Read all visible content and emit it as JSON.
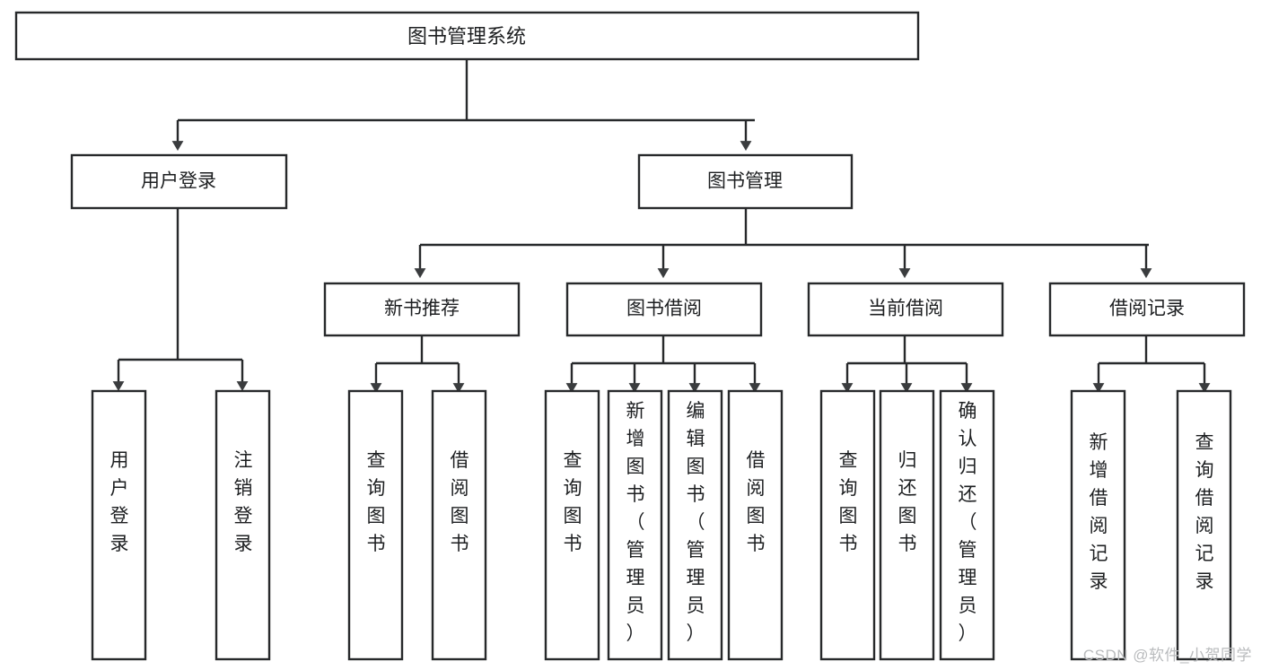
{
  "diagram": {
    "type": "tree",
    "title": "图书管理系统",
    "watermark": "CSDN @软件_小贺同学",
    "colors": {
      "background": "#ffffff",
      "stroke": "#27292b",
      "text": "#1d1f21",
      "watermark": "#b9bbbd"
    },
    "levels": {
      "root": {
        "label": "图书管理系统"
      },
      "level2": [
        {
          "label": "用户登录"
        },
        {
          "label": "图书管理"
        }
      ],
      "level3": [
        {
          "label": "新书推荐"
        },
        {
          "label": "图书借阅"
        },
        {
          "label": "当前借阅"
        },
        {
          "label": "借阅记录"
        }
      ],
      "leaves": [
        {
          "label": "用户登录",
          "parent": "用户登录"
        },
        {
          "label": "注销登录",
          "parent": "用户登录"
        },
        {
          "label": "查询图书",
          "parent": "新书推荐"
        },
        {
          "label": "借阅图书",
          "parent": "新书推荐"
        },
        {
          "label": "查询图书",
          "parent": "图书借阅"
        },
        {
          "label": "新增图书（管理员）",
          "parent": "图书借阅"
        },
        {
          "label": "编辑图书（管理员）",
          "parent": "图书借阅"
        },
        {
          "label": "借阅图书",
          "parent": "图书借阅"
        },
        {
          "label": "查询图书",
          "parent": "当前借阅"
        },
        {
          "label": "归还图书",
          "parent": "当前借阅"
        },
        {
          "label": "确认归还（管理员）",
          "parent": "当前借阅"
        },
        {
          "label": "新增借阅记录",
          "parent": "借阅记录"
        },
        {
          "label": "查询借阅记录",
          "parent": "借阅记录"
        }
      ]
    }
  }
}
